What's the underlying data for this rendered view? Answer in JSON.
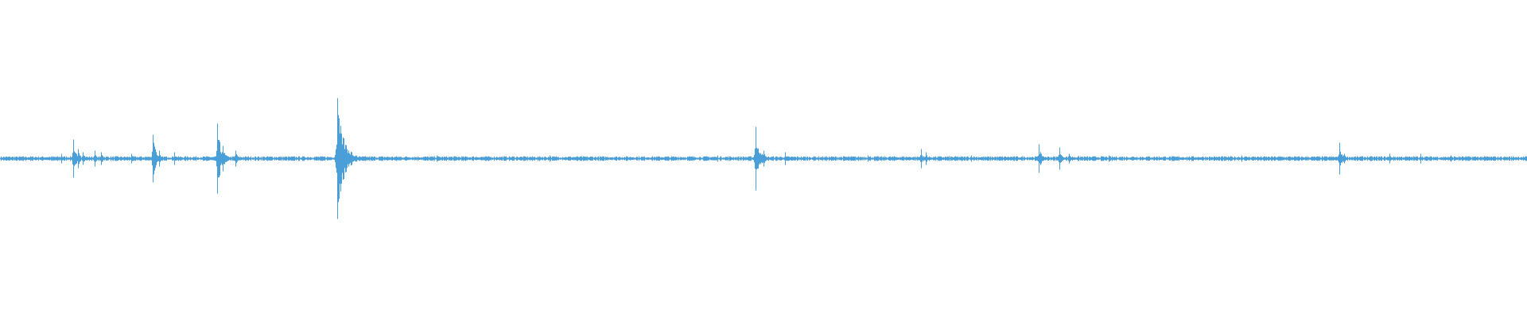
{
  "waveform": {
    "color": "#4a9fd8",
    "background": "#ffffff",
    "noise_floor": 0.015,
    "peaks": [
      {
        "t": 0.04,
        "amp": 0.03
      },
      {
        "t": 0.048,
        "amp": 0.12
      },
      {
        "t": 0.051,
        "amp": 0.06
      },
      {
        "t": 0.054,
        "amp": 0.04
      },
      {
        "t": 0.062,
        "amp": 0.05
      },
      {
        "t": 0.066,
        "amp": 0.04
      },
      {
        "t": 0.086,
        "amp": 0.03
      },
      {
        "t": 0.1,
        "amp": 0.15
      },
      {
        "t": 0.104,
        "amp": 0.05
      },
      {
        "t": 0.114,
        "amp": 0.04
      },
      {
        "t": 0.142,
        "amp": 0.22
      },
      {
        "t": 0.146,
        "amp": 0.08
      },
      {
        "t": 0.154,
        "amp": 0.05
      },
      {
        "t": 0.221,
        "amp": 0.38
      },
      {
        "t": 0.224,
        "amp": 0.09
      },
      {
        "t": 0.23,
        "amp": 0.04
      },
      {
        "t": 0.286,
        "amp": 0.02
      },
      {
        "t": 0.36,
        "amp": 0.02
      },
      {
        "t": 0.47,
        "amp": 0.02
      },
      {
        "t": 0.495,
        "amp": 0.2
      },
      {
        "t": 0.5,
        "amp": 0.05
      },
      {
        "t": 0.514,
        "amp": 0.04
      },
      {
        "t": 0.568,
        "amp": 0.02
      },
      {
        "t": 0.603,
        "amp": 0.06
      },
      {
        "t": 0.606,
        "amp": 0.04
      },
      {
        "t": 0.636,
        "amp": 0.02
      },
      {
        "t": 0.68,
        "amp": 0.09
      },
      {
        "t": 0.694,
        "amp": 0.07
      },
      {
        "t": 0.7,
        "amp": 0.03
      },
      {
        "t": 0.726,
        "amp": 0.02
      },
      {
        "t": 0.813,
        "amp": 0.02
      },
      {
        "t": 0.877,
        "amp": 0.1
      },
      {
        "t": 0.88,
        "amp": 0.03
      },
      {
        "t": 0.91,
        "amp": 0.03
      },
      {
        "t": 0.93,
        "amp": 0.03
      },
      {
        "t": 0.95,
        "amp": 0.02
      }
    ]
  }
}
